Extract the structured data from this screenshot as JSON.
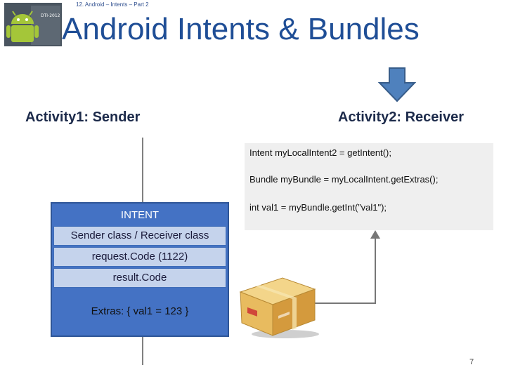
{
  "breadcrumb": "12. Android – Intents – Part 2",
  "logo": {
    "label": "DTI-2012"
  },
  "title": "Android Intents & Bundles",
  "sender_heading": "Activity1:  Sender",
  "receiver_heading": "Activity2:  Receiver",
  "receiver_code": [
    "Intent myLocalIntent2 = getIntent();",
    "Bundle myBundle = myLocalIntent.getExtras();",
    "int val1 = myBundle.getInt(”val1\");"
  ],
  "intent": {
    "label": "INTENT",
    "fields": [
      "Sender class / Receiver class",
      "request.Code (1122)",
      "result.Code"
    ],
    "extras": "Extras:  { val1 = 123 }"
  },
  "page_number": "7",
  "colors": {
    "title": "#1f4e96",
    "intent_fill": "#4472c4",
    "field_fill": "#c5d3ec",
    "arrow_fill": "#4f81bd"
  },
  "icons": {
    "logo": "android-robot-icon",
    "arrow": "down-arrow-icon",
    "package": "package-box-icon"
  }
}
